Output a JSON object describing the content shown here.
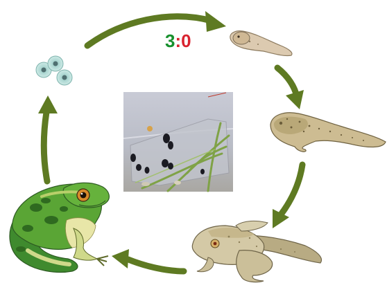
{
  "scoreboard": {
    "left": "3",
    "separator": ":",
    "right": "0",
    "left_color": "#17902d",
    "right_color": "#d9232f"
  },
  "cycle": {
    "arrow_color": "#5e7a22",
    "stages": [
      {
        "name": "eggs"
      },
      {
        "name": "young-tadpole"
      },
      {
        "name": "tadpole"
      },
      {
        "name": "froglet"
      },
      {
        "name": "adult-frog"
      }
    ],
    "center_photo": {
      "subject": "tadpoles-in-water"
    }
  }
}
